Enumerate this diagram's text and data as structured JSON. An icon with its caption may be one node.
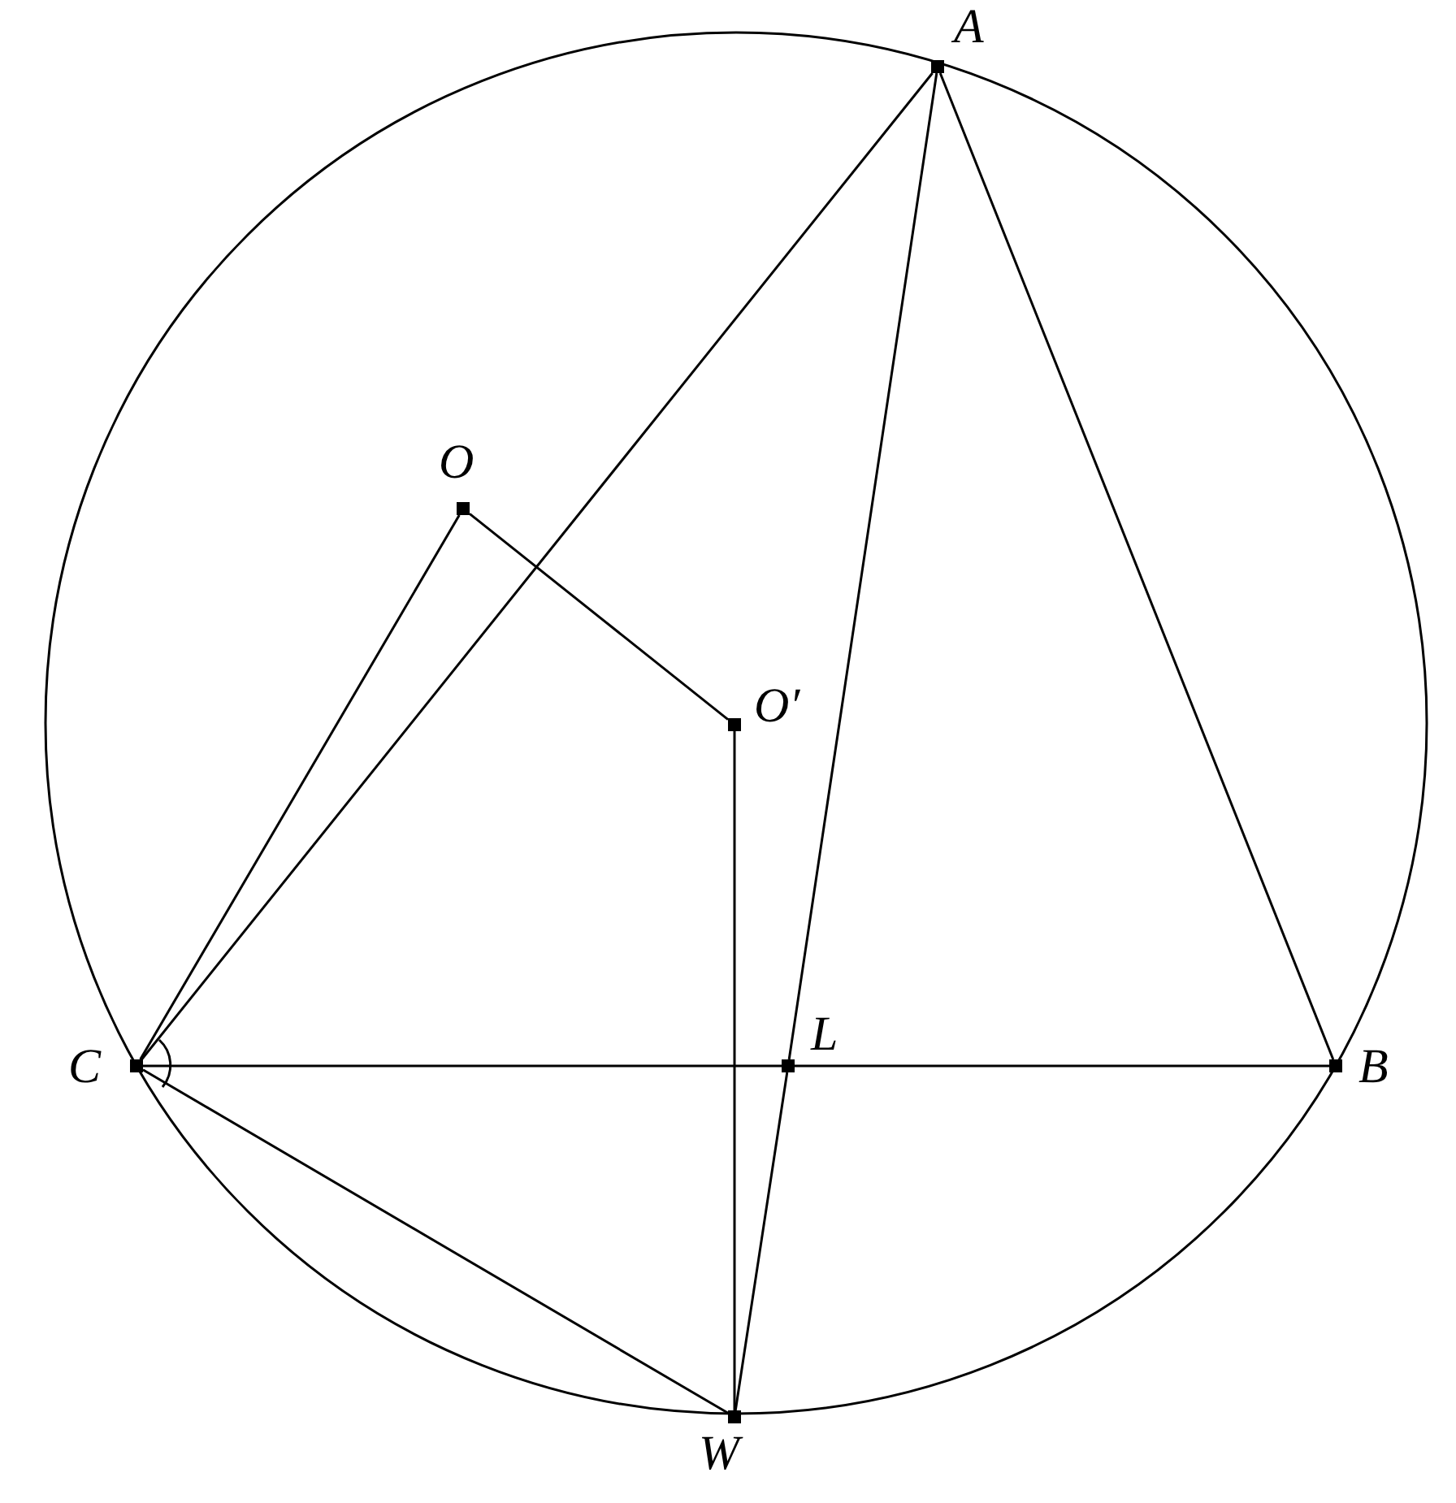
{
  "diagram": {
    "nodes": [
      {
        "text": [
          "A"
        ]
      },
      {
        "text": [
          "O"
        ]
      },
      {
        "text": [
          "O′"
        ]
      },
      {
        "text": [
          "C"
        ]
      },
      {
        "text": [
          "L"
        ]
      },
      {
        "text": [
          "B"
        ]
      },
      {
        "text": [
          "W"
        ]
      }
    ],
    "edges": [
      {
        "from": 0,
        "to": 3,
        "arrow": "none"
      },
      {
        "from": 0,
        "to": 5,
        "arrow": "none"
      },
      {
        "from": 0,
        "to": 4,
        "arrow": "none"
      },
      {
        "from": 4,
        "to": 6,
        "arrow": "none"
      },
      {
        "from": 3,
        "to": 4,
        "arrow": "none"
      },
      {
        "from": 4,
        "to": 5,
        "arrow": "none"
      },
      {
        "from": 3,
        "to": 1,
        "arrow": "none"
      },
      {
        "from": 1,
        "to": 2,
        "arrow": "none"
      },
      {
        "from": 2,
        "to": 6,
        "arrow": "none"
      },
      {
        "from": 3,
        "to": 6,
        "arrow": "none"
      }
    ]
  }
}
